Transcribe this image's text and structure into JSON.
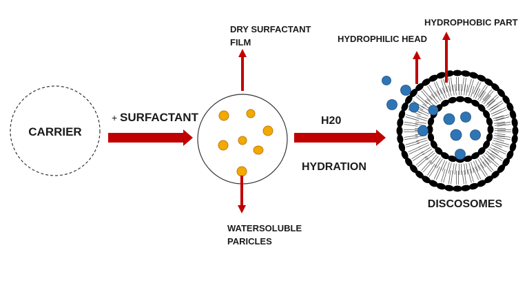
{
  "title": "Discosome preparation diagram",
  "colors": {
    "arrow": "#c00000",
    "particle_fill": "#f2a900",
    "particle_stroke": "#c07a10",
    "drug_fill": "#2e75b6",
    "drug_stroke": "#1f4e79",
    "lipid_head": "#000000",
    "lipid_tail": "#555555",
    "text": "#1a1a1a"
  },
  "nodes": {
    "carrier": {
      "label": "CARRIER",
      "style": "dashed-circle"
    },
    "intermediate": {
      "label": "",
      "style": "solid-circle",
      "particle_count": 7
    },
    "discosomes": {
      "label": "DISCOSOMES",
      "style": "bilayer-vesicle"
    }
  },
  "edges": {
    "step1": {
      "label": "SURFACTANT",
      "prefix": "+"
    },
    "step2": {
      "label_top": "H20",
      "label_bottom": "HYDRATION"
    }
  },
  "annotations": {
    "dry_film": {
      "line1": "DRY SURFACTANT",
      "line2": "FILM"
    },
    "water_soluble": {
      "line1": "WATERSOLUBLE",
      "line2": "PARICLES"
    },
    "hydrophilic": "HYDROPHILIC HEAD",
    "hydrophobic": "HYDROPHOBIC PART"
  }
}
